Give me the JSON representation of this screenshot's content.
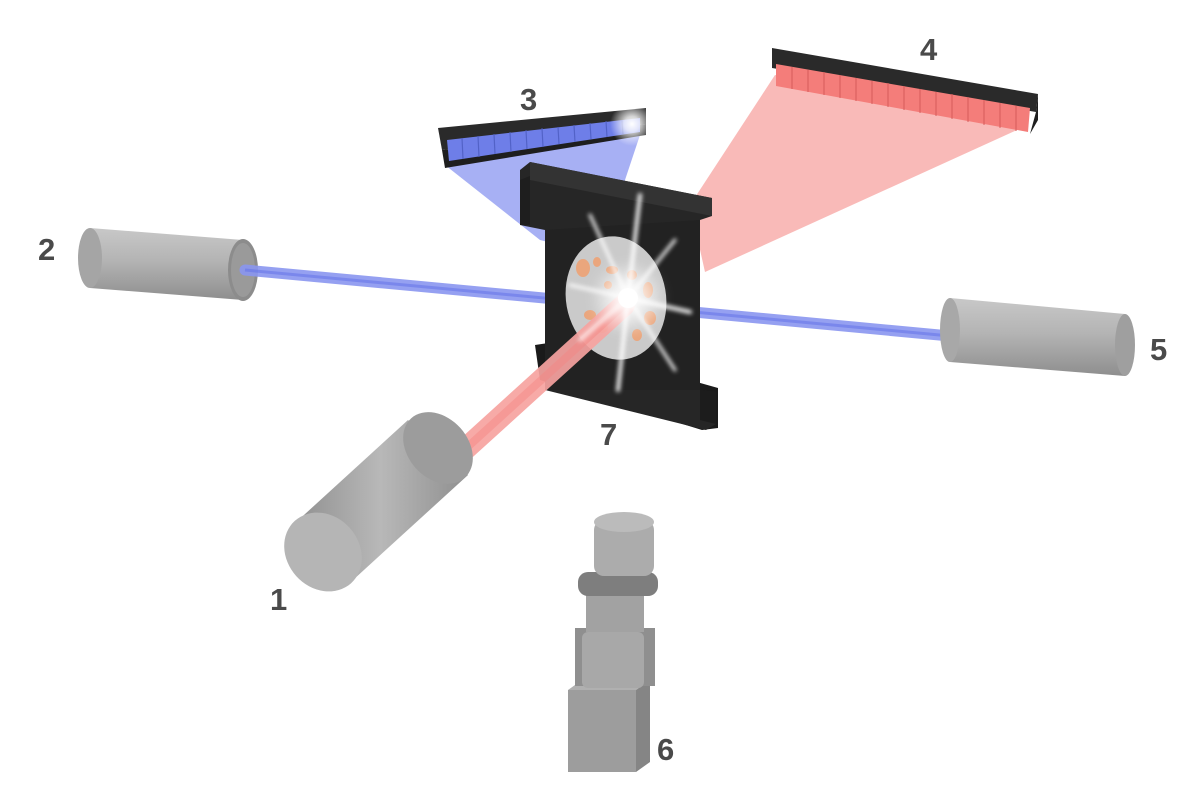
{
  "diagram": {
    "labels": {
      "one": "1",
      "two": "2",
      "three": "3",
      "four": "4",
      "five": "5",
      "six": "6",
      "seven": "7"
    },
    "colors": {
      "blue_beam": "#8a96f0",
      "red_beam": "#f7a3a0",
      "device_gray": "#a6a6a6",
      "holder_black": "#262626",
      "sample_disc": "#d9d9d9",
      "sample_spots": "#f0a070",
      "label_text": "#4a4a4a"
    }
  }
}
